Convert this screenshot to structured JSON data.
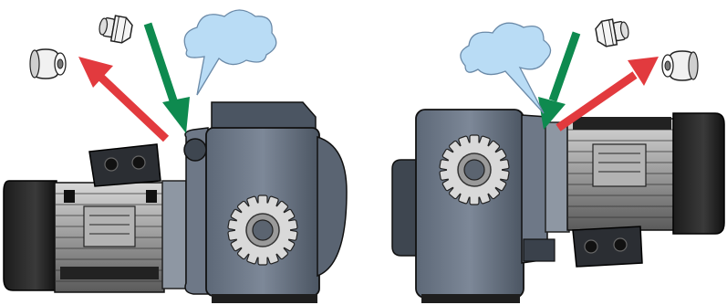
{
  "diagram": {
    "description_labels": [],
    "arrows": {
      "install": {
        "color": "#0e8a4f"
      },
      "remove": {
        "color": "#e23a3e"
      }
    },
    "cloud_color": "#b9dcf5",
    "assemblies": [
      {
        "id": "left",
        "motor_side": "left",
        "gearbox_side": "right"
      },
      {
        "id": "right",
        "motor_side": "right",
        "gearbox_side": "left"
      }
    ]
  }
}
